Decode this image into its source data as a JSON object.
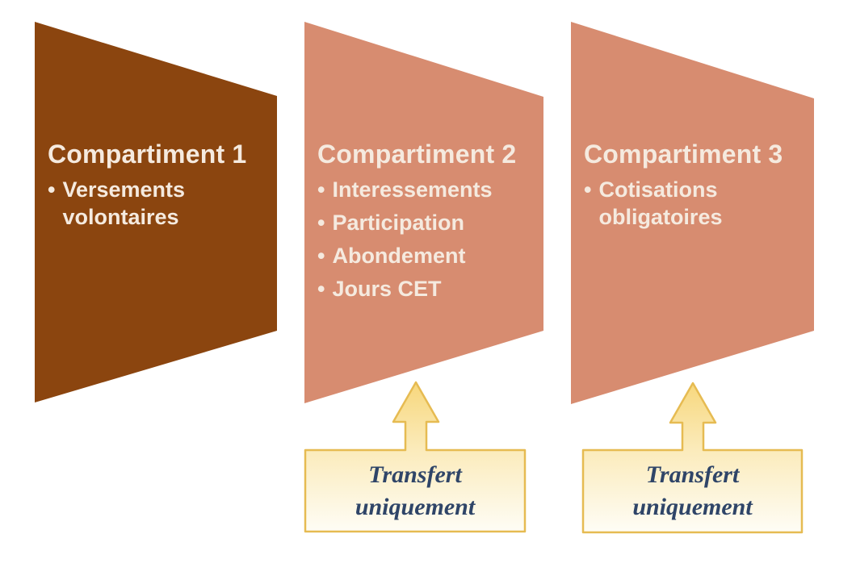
{
  "diagram": {
    "bullet_char": "•",
    "compartments": [
      {
        "title": "Compartiment 1",
        "items": [
          "Versements volontaires"
        ]
      },
      {
        "title": "Compartiment 2",
        "items": [
          "Interessements",
          "Participation",
          "Abondement",
          "Jours CET"
        ]
      },
      {
        "title": "Compartiment 3",
        "items": [
          "Cotisations obligatoires"
        ]
      }
    ],
    "callouts": [
      {
        "label": "Transfert uniquement"
      },
      {
        "label": "Transfert uniquement"
      }
    ],
    "colors": {
      "compartment1_fill": "#8B450F",
      "compartment23_fill": "#D78C70",
      "shape_text": "#F5EADF",
      "callout_border": "#E6BB52",
      "callout_fill_top": "#F7D77C",
      "callout_fill_mid": "#FBEBBB",
      "callout_fill_bottom": "#FEFDF6",
      "callout_text": "#2F4568",
      "background": "#FFFFFF"
    }
  }
}
